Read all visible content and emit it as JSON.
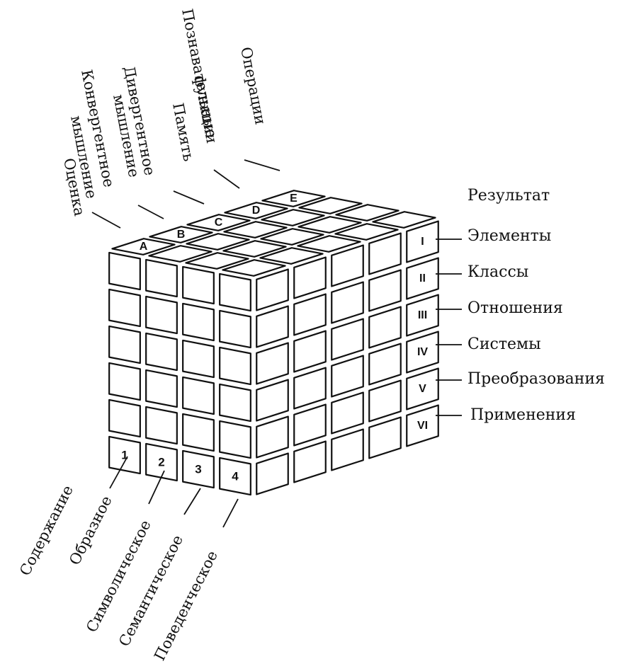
{
  "operations": {
    "axis_title": "Операции",
    "items": [
      {
        "letter": "A",
        "name": "Оценка"
      },
      {
        "letter": "B",
        "name": "Конвергентное мышление"
      },
      {
        "letter": "C",
        "name": "Дивергентное мышление"
      },
      {
        "letter": "D",
        "name": "Память"
      },
      {
        "letter": "E",
        "name": "Познавательные функции"
      }
    ]
  },
  "products": {
    "axis_title": "Результат",
    "items": [
      {
        "numeral": "I",
        "name": "Элементы"
      },
      {
        "numeral": "II",
        "name": "Классы"
      },
      {
        "numeral": "III",
        "name": "Отношения"
      },
      {
        "numeral": "IV",
        "name": "Системы"
      },
      {
        "numeral": "V",
        "name": "Преобразования"
      },
      {
        "numeral": "VI",
        "name": "Применения"
      }
    ]
  },
  "contents": {
    "axis_title": "Содержание",
    "items": [
      {
        "number": "1",
        "name": "Образное"
      },
      {
        "number": "2",
        "name": "Символическое"
      },
      {
        "number": "3",
        "name": "Семантическое"
      },
      {
        "number": "4",
        "name": "Поведенческое"
      }
    ]
  }
}
